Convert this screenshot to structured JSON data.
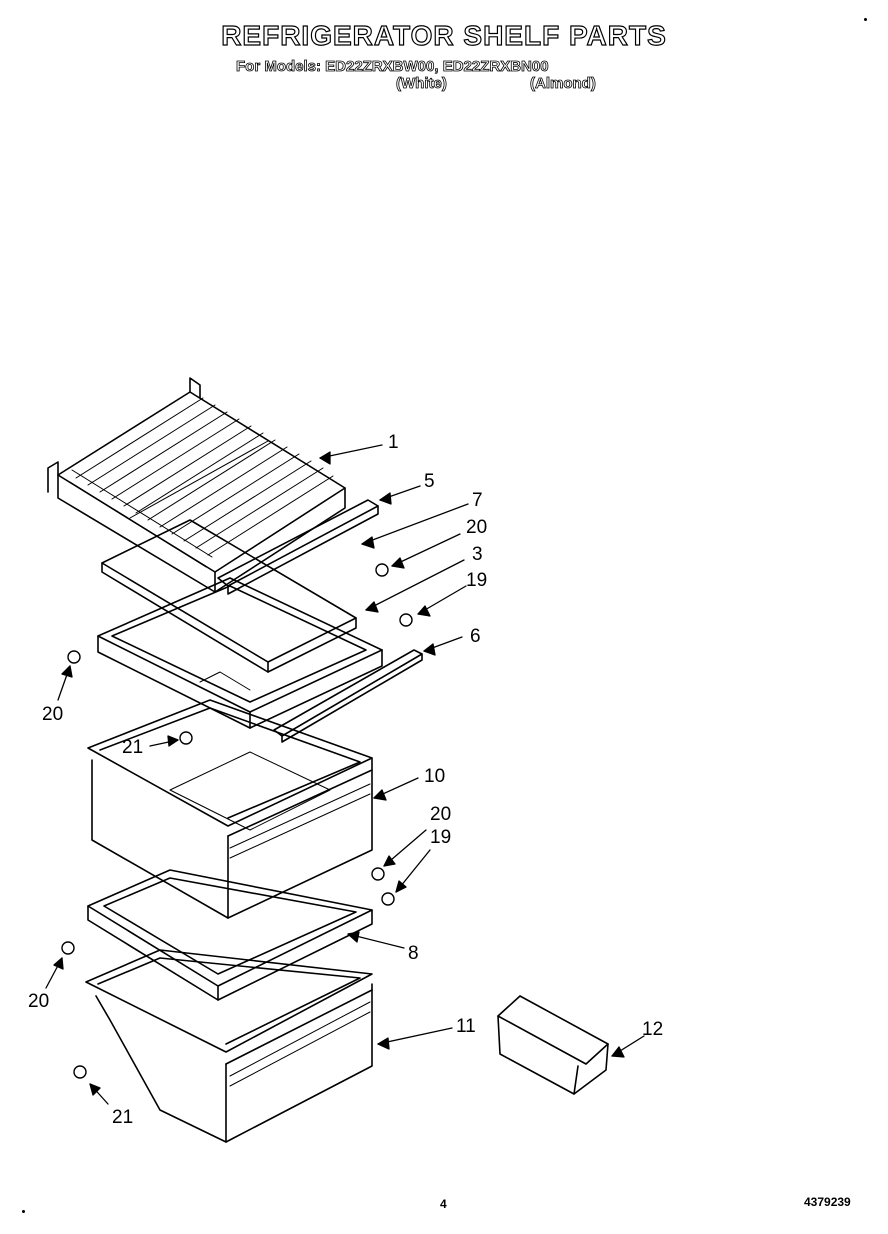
{
  "title": "REFRIGERATOR SHELF PARTS",
  "models_line": "For Models: ED22ZRXBW00, ED22ZRXBN00",
  "variants": [
    "(White)",
    "(Almond)"
  ],
  "callouts": [
    "1",
    "5",
    "7",
    "20",
    "3",
    "19",
    "6",
    "20",
    "21",
    "10",
    "20",
    "19",
    "8",
    "20",
    "11",
    "12",
    "21"
  ],
  "page_number": "4",
  "part_number": "4379239"
}
